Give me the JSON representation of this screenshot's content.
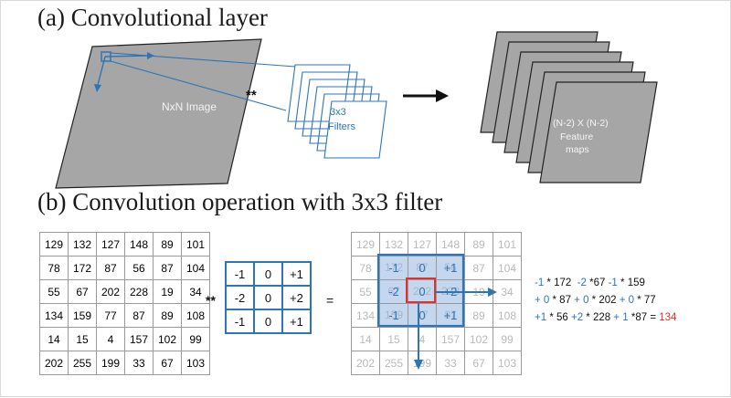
{
  "section_a": {
    "title": "(a) Convolutional layer",
    "image_label": "NxN Image",
    "conv_operator": "**",
    "filter_label_1": "3x3",
    "filter_label_2": "Filters",
    "feature_label_1": "(N-2) X (N-2)",
    "feature_label_2": "Feature",
    "feature_label_3": "maps",
    "feature_map_count": 6,
    "filter_count": 6
  },
  "section_b": {
    "title": "(b) Convolution operation with 3x3 filter",
    "conv_operator": "**",
    "equals": "=",
    "input_matrix": [
      [
        "129",
        "132",
        "127",
        "148",
        "89",
        "101"
      ],
      [
        "78",
        "172",
        "87",
        "56",
        "87",
        "104"
      ],
      [
        "55",
        "67",
        "202",
        "228",
        "19",
        "34"
      ],
      [
        "134",
        "159",
        "77",
        "87",
        "89",
        "108"
      ],
      [
        "14",
        "15",
        "4",
        "157",
        "102",
        "99"
      ],
      [
        "202",
        "255",
        "199",
        "33",
        "67",
        "103"
      ]
    ],
    "filter_matrix": [
      [
        "-1",
        "0",
        "+1"
      ],
      [
        "-2",
        "0",
        "+2"
      ],
      [
        "-1",
        "0",
        "+1"
      ]
    ],
    "window_overlay": [
      [
        "-1",
        "0",
        "+1"
      ],
      [
        "-2",
        "0",
        "+2"
      ],
      [
        "-1",
        "0",
        "+1"
      ]
    ],
    "equation": {
      "line1": [
        {
          "t": "-1",
          "c": "b"
        },
        {
          "t": " * 172  ",
          "c": "k"
        },
        {
          "t": "-2",
          "c": "b"
        },
        {
          "t": " *67 ",
          "c": "k"
        },
        {
          "t": "-1",
          "c": "b"
        },
        {
          "t": " * 159",
          "c": "k"
        }
      ],
      "line2": [
        {
          "t": "+ 0",
          "c": "b"
        },
        {
          "t": " * 87 ",
          "c": "k"
        },
        {
          "t": "+ 0",
          "c": "b"
        },
        {
          "t": " * 202 ",
          "c": "k"
        },
        {
          "t": "+ 0",
          "c": "b"
        },
        {
          "t": " * 77",
          "c": "k"
        }
      ],
      "line3": [
        {
          "t": "+1",
          "c": "b"
        },
        {
          "t": " * 56 ",
          "c": "k"
        },
        {
          "t": "+2",
          "c": "b"
        },
        {
          "t": " * 228 ",
          "c": "k"
        },
        {
          "t": "+ 1",
          "c": "b"
        },
        {
          "t": " *87 = ",
          "c": "k"
        },
        {
          "t": "134",
          "c": "r"
        }
      ]
    }
  },
  "colors": {
    "accent_blue": "#2e75b6",
    "highlight_red": "#e03030",
    "panel_gray": "#a6a6a6",
    "window_fill": "#c5d7ef"
  }
}
